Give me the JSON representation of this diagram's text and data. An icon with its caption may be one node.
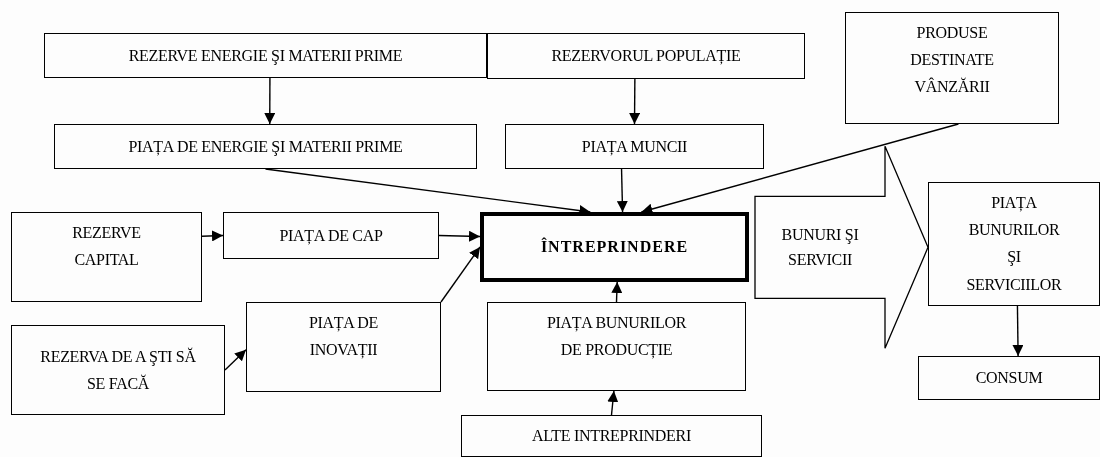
{
  "diagram": {
    "nodes": [
      {
        "text": [
          "REZERVE ENERGIE ŞI MATERII PRIME"
        ]
      },
      {
        "text": [
          "REZERVORUL POPULAȚIE"
        ]
      },
      {
        "text": [
          "PRODUSE DESTINATE VÂNZĂRII"
        ]
      },
      {
        "text": [
          "PIAȚA DE ENERGIE ŞI MATERII PRIME"
        ]
      },
      {
        "text": [
          "PIAȚA MUNCII"
        ]
      },
      {
        "text": [
          "REZERVE CAPITAL"
        ]
      },
      {
        "text": [
          "PIAȚA DE CAP"
        ]
      },
      {
        "text": [
          "ÎNTREPRINDERE"
        ]
      },
      {
        "text": [
          "PIAȚA BUNURILOR ŞI SERVICIILOR"
        ]
      },
      {
        "text": [
          "REZERVA DE A ŞTI SĂ SE FACĂ"
        ]
      },
      {
        "text": [
          "PIAȚA DE INOVAȚII"
        ]
      },
      {
        "text": [
          "PIAȚA BUNURILOR DE PRODUCȚIE"
        ]
      },
      {
        "text": [
          "CONSUM"
        ]
      },
      {
        "text": [
          "ALTE INTREPRINDERI"
        ]
      }
    ],
    "edges": [
      {
        "from": 0,
        "to": 3,
        "arrow": "to"
      },
      {
        "from": 1,
        "to": 4,
        "arrow": "to"
      },
      {
        "from": 3,
        "to": 7,
        "arrow": "to"
      },
      {
        "from": 4,
        "to": 7,
        "arrow": "to"
      },
      {
        "from": 2,
        "to": 7,
        "arrow": "to"
      },
      {
        "from": 5,
        "to": 6,
        "arrow": "to"
      },
      {
        "from": 6,
        "to": 7,
        "arrow": "to"
      },
      {
        "from": 9,
        "to": 10,
        "arrow": "to"
      },
      {
        "from": 10,
        "to": 7,
        "arrow": "to"
      },
      {
        "from": 11,
        "to": 7,
        "arrow": "to"
      },
      {
        "from": 13,
        "to": 11,
        "arrow": "to"
      },
      {
        "from": 8,
        "to": 12,
        "arrow": "to"
      },
      {
        "from": 7,
        "to": 8,
        "arrow": "to",
        "label": "BUNURI ŞI SERVICII",
        "style": "thick"
      }
    ]
  }
}
